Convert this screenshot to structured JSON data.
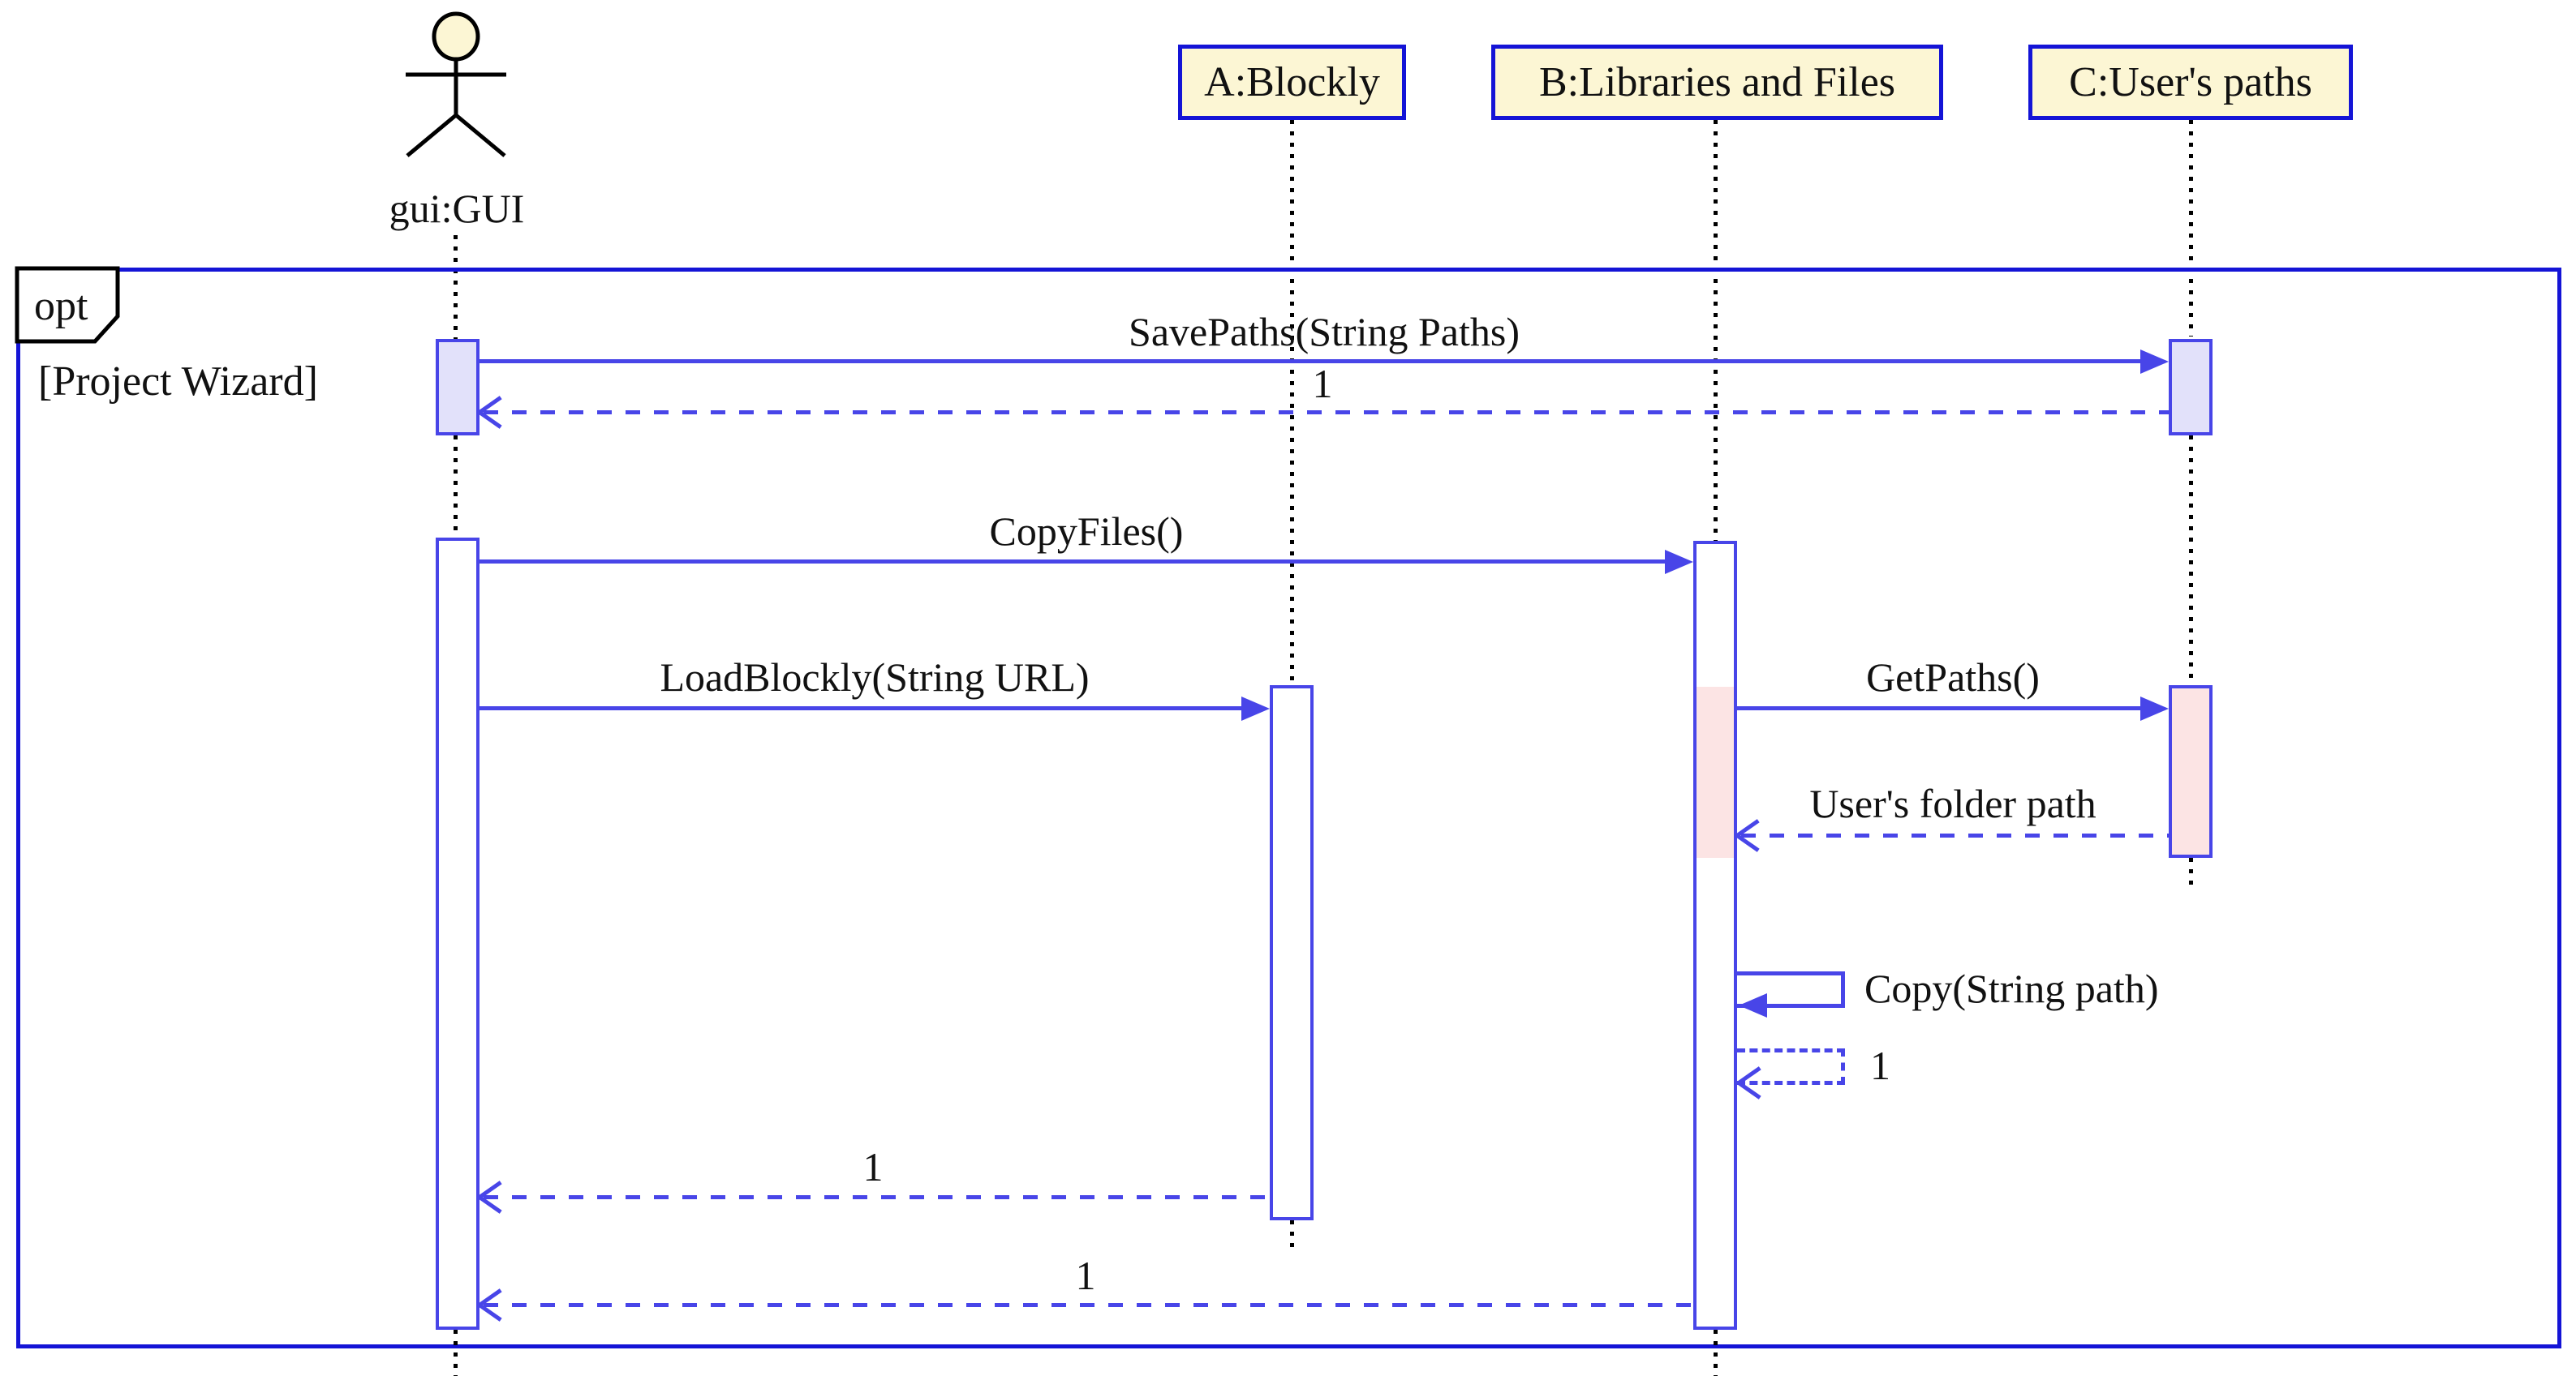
{
  "diagram": {
    "title": "UML sequence diagram",
    "actor": {
      "name": "gui:GUI"
    },
    "participants": [
      {
        "id": "A",
        "label": "A:Blockly"
      },
      {
        "id": "B",
        "label": "B:Libraries and Files"
      },
      {
        "id": "C",
        "label": "C:User's paths"
      }
    ],
    "fragment": {
      "operator": "opt",
      "guard": "[Project Wizard]"
    },
    "messages": [
      {
        "label": "SavePaths(String Paths)",
        "type": "call",
        "from": "gui:GUI",
        "to": "C:User's paths"
      },
      {
        "label": "1",
        "type": "return",
        "from": "C:User's paths",
        "to": "gui:GUI"
      },
      {
        "label": "CopyFiles()",
        "type": "call",
        "from": "gui:GUI",
        "to": "B:Libraries and Files"
      },
      {
        "label": "LoadBlockly(String URL)",
        "type": "call",
        "from": "gui:GUI",
        "to": "A:Blockly"
      },
      {
        "label": "GetPaths()",
        "type": "call",
        "from": "B:Libraries and Files",
        "to": "C:User's paths"
      },
      {
        "label": "User's folder path",
        "type": "return",
        "from": "C:User's paths",
        "to": "B:Libraries and Files"
      },
      {
        "label": "Copy(String path)",
        "type": "self-call",
        "from": "B:Libraries and Files",
        "to": "B:Libraries and Files"
      },
      {
        "label": "1",
        "type": "self-return",
        "from": "B:Libraries and Files",
        "to": "B:Libraries and Files"
      },
      {
        "label": "1",
        "type": "return",
        "from": "A:Blockly",
        "to": "gui:GUI"
      },
      {
        "label": "1",
        "type": "return",
        "from": "B:Libraries and Files",
        "to": "gui:GUI"
      }
    ],
    "colors": {
      "frame_blue": "#1414D6",
      "arrow_blue": "#4845E8",
      "box_fill": "#FCF6D4",
      "box_border": "#1414D6",
      "act_l1": "#E2E1FA",
      "act_l2": "#FFFFFF",
      "act_l3": "#FCE4E4",
      "lifeline_black": "#000000",
      "text_black": "#111111"
    }
  }
}
